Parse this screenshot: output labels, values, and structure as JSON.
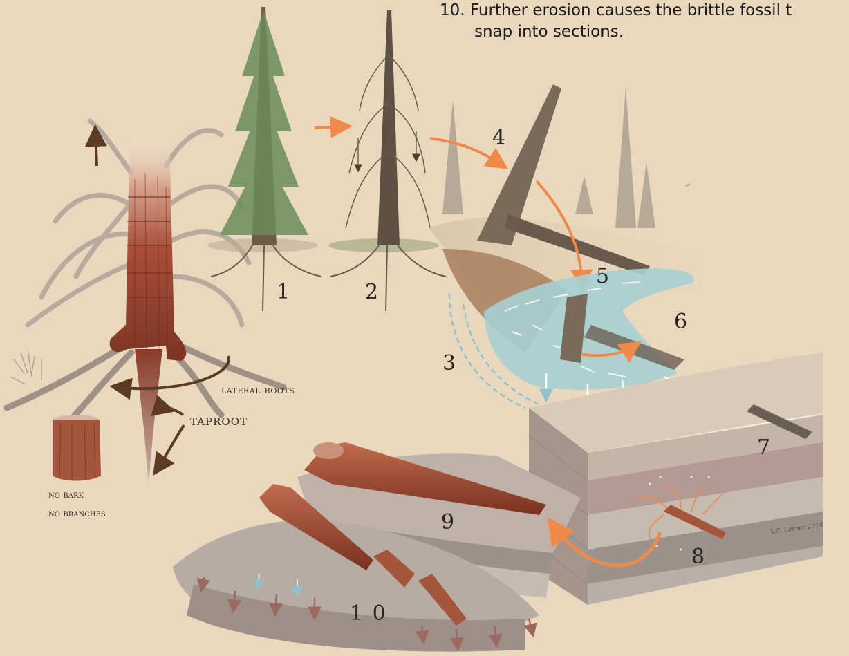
{
  "caption": {
    "line1": "10. Further erosion causes the brittle fossil t",
    "line2": "snap into sections."
  },
  "stage_numbers": [
    "1",
    "2",
    "3",
    "4",
    "5",
    "6",
    "7",
    "8",
    "9",
    "1 0"
  ],
  "labels": {
    "lateral_roots": "lateral roots",
    "taproot": "taproot",
    "no_bark": "no bark",
    "no_branches": "no branches"
  },
  "signature": "V.C. Lerner 2014",
  "colors": {
    "background": "#ead8be",
    "arrow_orange": "#f08a4b",
    "arrow_brown": "#5b3a26",
    "wood_red": "#a4553a",
    "water_blue": "#a9cfd3",
    "rock_gray": "#9b928c",
    "rock_mauve": "#b49a94"
  }
}
